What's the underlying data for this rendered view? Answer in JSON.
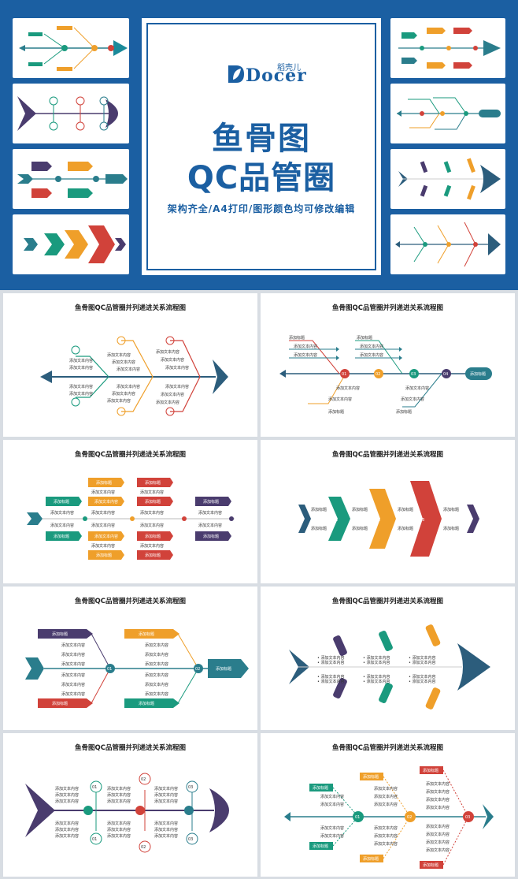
{
  "hero": {
    "brand_cn": "稻壳儿",
    "brand_logo": "Docer",
    "title_line1": "鱼骨图",
    "title_line2": "QC品管圈",
    "subtitle": "架构齐全/A4打印/图形颜色均可修改编辑"
  },
  "slide_title": "鱼骨图QC品管圈并列递进关系流程图",
  "placeholders": {
    "heading": "添加标题",
    "body": "添加文本内容"
  },
  "numbers": [
    "01",
    "02",
    "03",
    "04"
  ],
  "colors": {
    "blue": "#1b5fa2",
    "teal": "#2a7d8c",
    "green": "#1a9a7e",
    "orange": "#ef9f2a",
    "red": "#d1423a",
    "purple": "#4a3c6e",
    "navy": "#2c5d7c"
  },
  "icons": [
    "user-icon",
    "cloud-icon",
    "target-icon",
    "chat-icon",
    "headset-icon",
    "gear-icon",
    "check-icon",
    "pin-icon"
  ]
}
